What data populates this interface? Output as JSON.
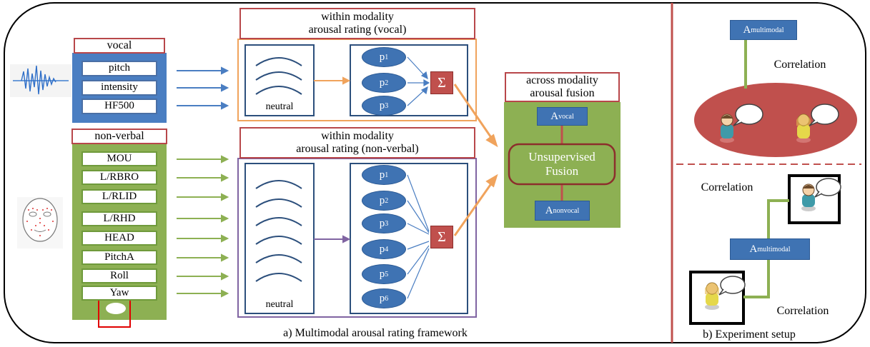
{
  "vocal": {
    "title": "vocal",
    "features": [
      "pitch",
      "intensity",
      "HF500"
    ]
  },
  "nonverbal": {
    "title": "non-verbal",
    "features": [
      "MOU",
      "L/RBRO",
      "L/RLID",
      "L/RHD",
      "HEAD",
      "PitchA",
      "Roll",
      "Yaw"
    ]
  },
  "within_vocal": {
    "title_line1": "within modality",
    "title_line2": "arousal rating (vocal)",
    "neutral": "neutral",
    "nodes": [
      "p",
      "p",
      "p"
    ],
    "node_subs": [
      "1",
      "2",
      "3"
    ],
    "sigma": "Σ"
  },
  "within_nonverbal": {
    "title_line1": "within modality",
    "title_line2": "arousal rating (non-verbal)",
    "neutral": "neutral",
    "nodes": [
      "p",
      "p",
      "p",
      "p",
      "p",
      "p"
    ],
    "node_subs": [
      "1",
      "2",
      "3",
      "4",
      "5",
      "6"
    ],
    "sigma": "Σ"
  },
  "across": {
    "title_line1": "across modality",
    "title_line2": "arousal fusion",
    "a_vocal": "A",
    "a_vocal_sub": "vocal",
    "fusion_line1": "Unsupervised",
    "fusion_line2": "Fusion",
    "a_nonvocal": "A",
    "a_nonvocal_sub": "nonvocal"
  },
  "caption_a": "a) Multimodal arousal rating framework",
  "setup": {
    "top_node": "A",
    "top_node_sub": "multimodal",
    "top_correlation": "Correlation",
    "mid_node": "A",
    "mid_node_sub": "multimodal",
    "corr_upper": "Correlation",
    "corr_lower": "Correlation"
  },
  "caption_b": "b) Experiment setup",
  "colors": {
    "blue": "#4a7ec2",
    "green": "#8db053",
    "red": "#c0504d",
    "orange": "#f0a35c",
    "purple": "#8064a2"
  }
}
